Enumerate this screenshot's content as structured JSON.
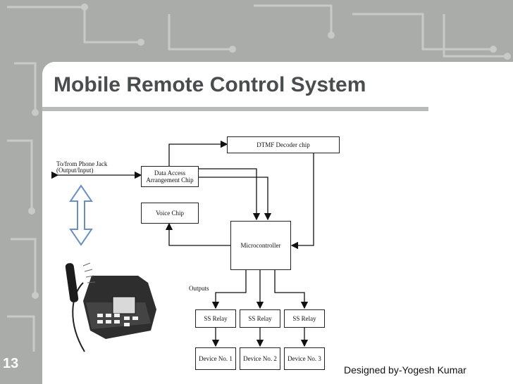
{
  "slide": {
    "title": "Mobile Remote Control System",
    "page_number": "13",
    "footer": "Designed by-Yogesh Kumar"
  },
  "diagram": {
    "phone_jack_label_1": "To/from Phone Jack",
    "phone_jack_label_2": "(Output/Input)",
    "dtmf": "DTMF Decoder chip",
    "daa_1": "Data Access",
    "daa_2": "Arrangement Chip",
    "voice": "Voice Chip",
    "mcu": "Microcontroller",
    "outputs": "Outputs",
    "relays": [
      "SS Relay",
      "SS Relay",
      "SS Relay"
    ],
    "devices": [
      "Device No. 1",
      "Device No. 2",
      "Device No. 3"
    ]
  }
}
